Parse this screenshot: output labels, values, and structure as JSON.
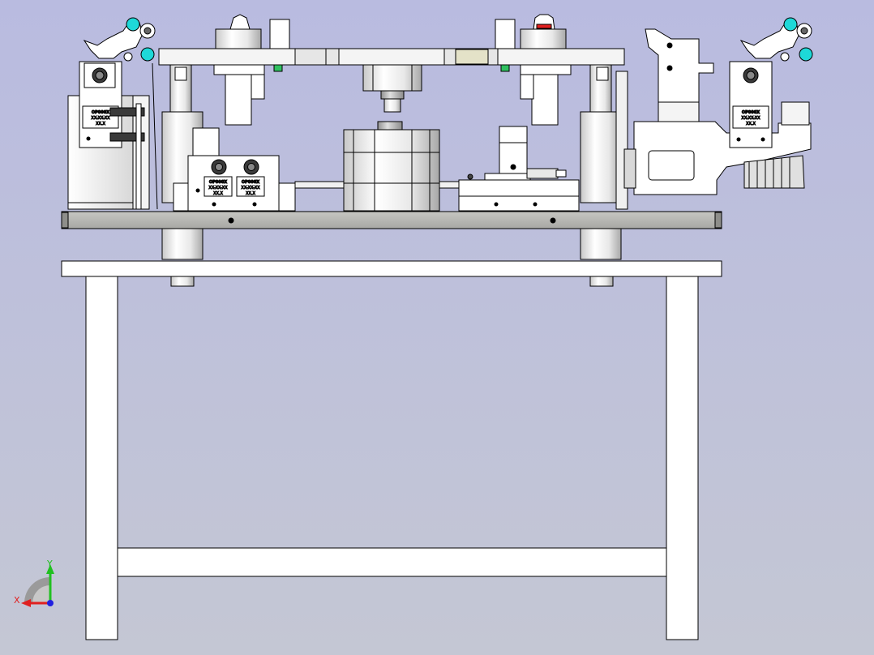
{
  "viewport": {
    "bg_top": "#b9bbe0",
    "bg_bottom": "#c4c7d4"
  },
  "colors": {
    "part_white": "#ffffff",
    "part_light": "#f0f0f0",
    "part_gray": "#dcdcdc",
    "base_plate": "#b8b8b4",
    "base_plate_dark": "#9a9a96",
    "edge": "#000000",
    "handle_cyan": "#1ed8d8",
    "connector_dark": "#3a3a3a",
    "knob_red": "#e02020",
    "accent_green": "#30c060"
  },
  "labels": {
    "left_sensor": [
      "OP000X",
      "XX-XX-XX",
      "XX.X"
    ],
    "right_sensor": [
      "OP000X",
      "XX-XX-XX",
      "XX.X"
    ],
    "center_left": [
      "OP000X",
      "XX-XX-XX",
      "XX.X"
    ],
    "center_right": [
      "OP000X",
      "XX-XX-XX",
      "XX.X"
    ]
  },
  "triad": {
    "x_label": "X",
    "y_label": "Y",
    "x_color": "#e02020",
    "y_color": "#20c020",
    "z_color": "#2020e0"
  }
}
